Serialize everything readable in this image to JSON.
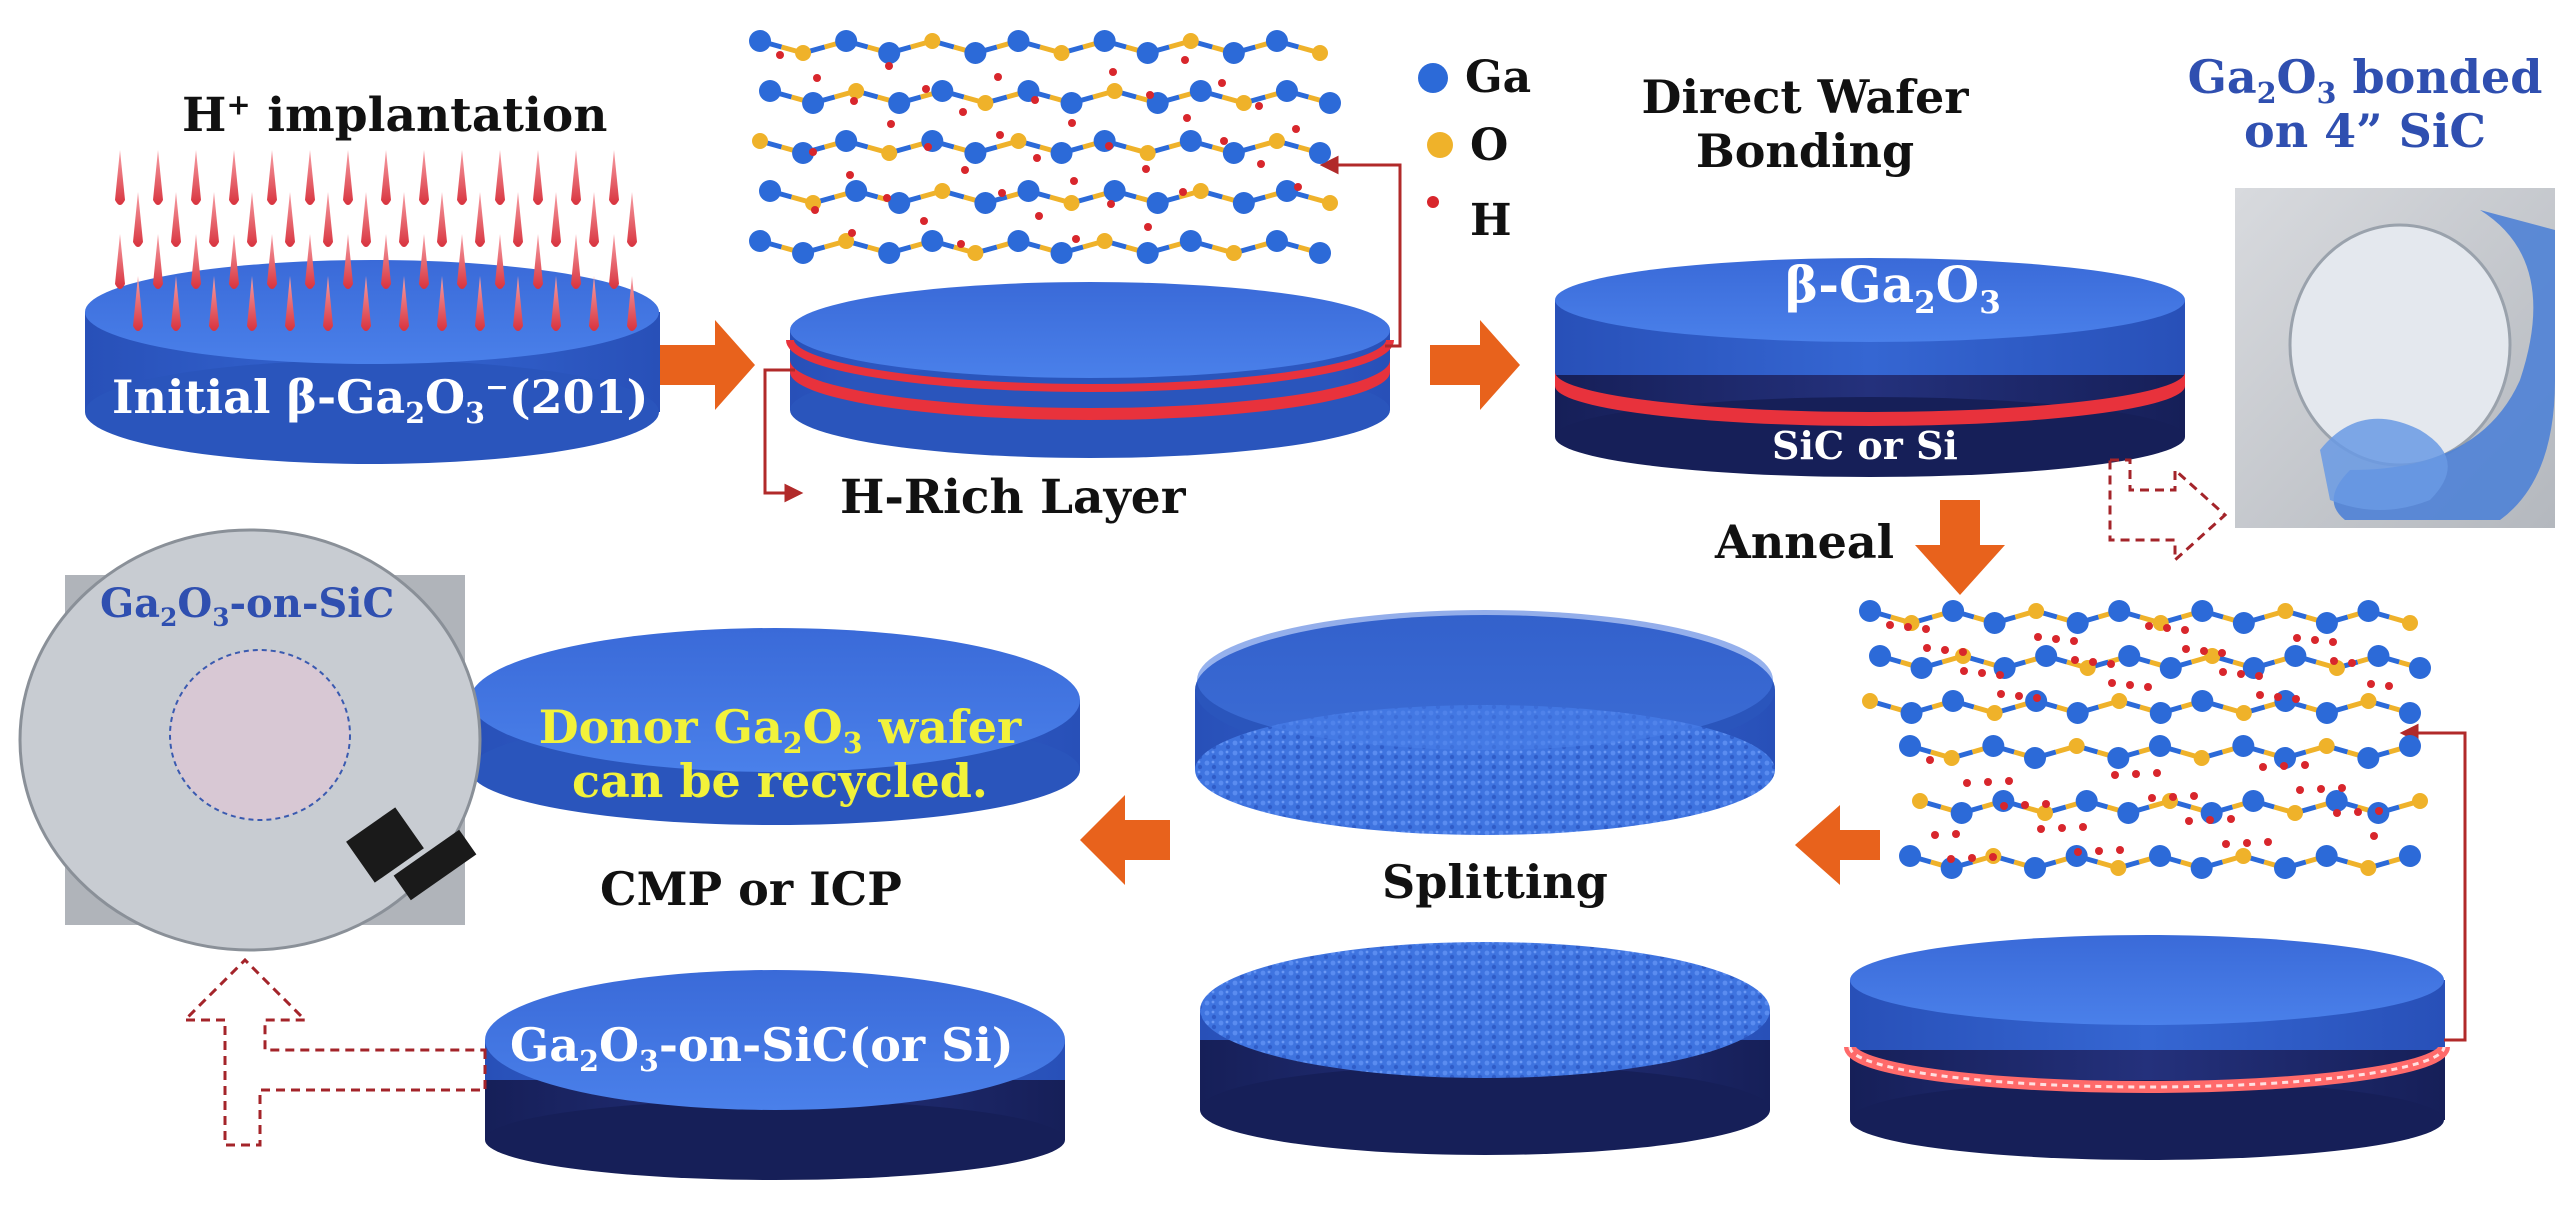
{
  "colors": {
    "wafer_top": "#3f74e0",
    "wafer_side": "#2c57c0",
    "substrate": "#1d2a6e",
    "hydrogen_layer": "#e8323c",
    "arrow": "#e8621c",
    "dashed_arrow": "#a4242a",
    "atom_ga": "#2c6ad8",
    "atom_o": "#efb22a",
    "atom_h": "#d8262c",
    "label_blue": "#2f4fb0",
    "label_yellow": "#f2f23a"
  },
  "labels": {
    "h_implant_main": "H",
    "h_implant_sup": "+",
    "h_implant_rest": " implantation",
    "initial_pre": "Initial β-Ga",
    "initial_s1": "2",
    "initial_mid": "O",
    "initial_s2": "3",
    "initial_bar": "−",
    "initial_post": "(201)",
    "h_rich": "H-Rich Layer",
    "legend_ga": "Ga",
    "legend_o": "O",
    "legend_h": "H",
    "direct_line1": "Direct Wafer",
    "direct_line2": "Bonding",
    "beta_pre": "β-Ga",
    "beta_s1": "2",
    "beta_mid": "O",
    "beta_s2": "3",
    "sic_or_si": "SiC or Si",
    "bonded_pre": "Ga",
    "bonded_s1": "2",
    "bonded_mid": "O",
    "bonded_s2": "3",
    "bonded_post": " bonded",
    "bonded_line2": "on 4” SiC",
    "anneal": "Anneal",
    "splitting": "Splitting",
    "cmp": "CMP or ICP",
    "donor_pre": "Donor Ga",
    "donor_s1": "2",
    "donor_mid": "O",
    "donor_s2": "3",
    "donor_post": " wafer",
    "donor_line2": "can be recycled.",
    "final_pre": "Ga",
    "final_s1": "2",
    "final_mid": "O",
    "final_s2": "3",
    "final_post": "-on-SiC(or Si)",
    "photo_pre": "Ga",
    "photo_s1": "2",
    "photo_mid": "O",
    "photo_s2": "3",
    "photo_post": "-on-SiC"
  }
}
